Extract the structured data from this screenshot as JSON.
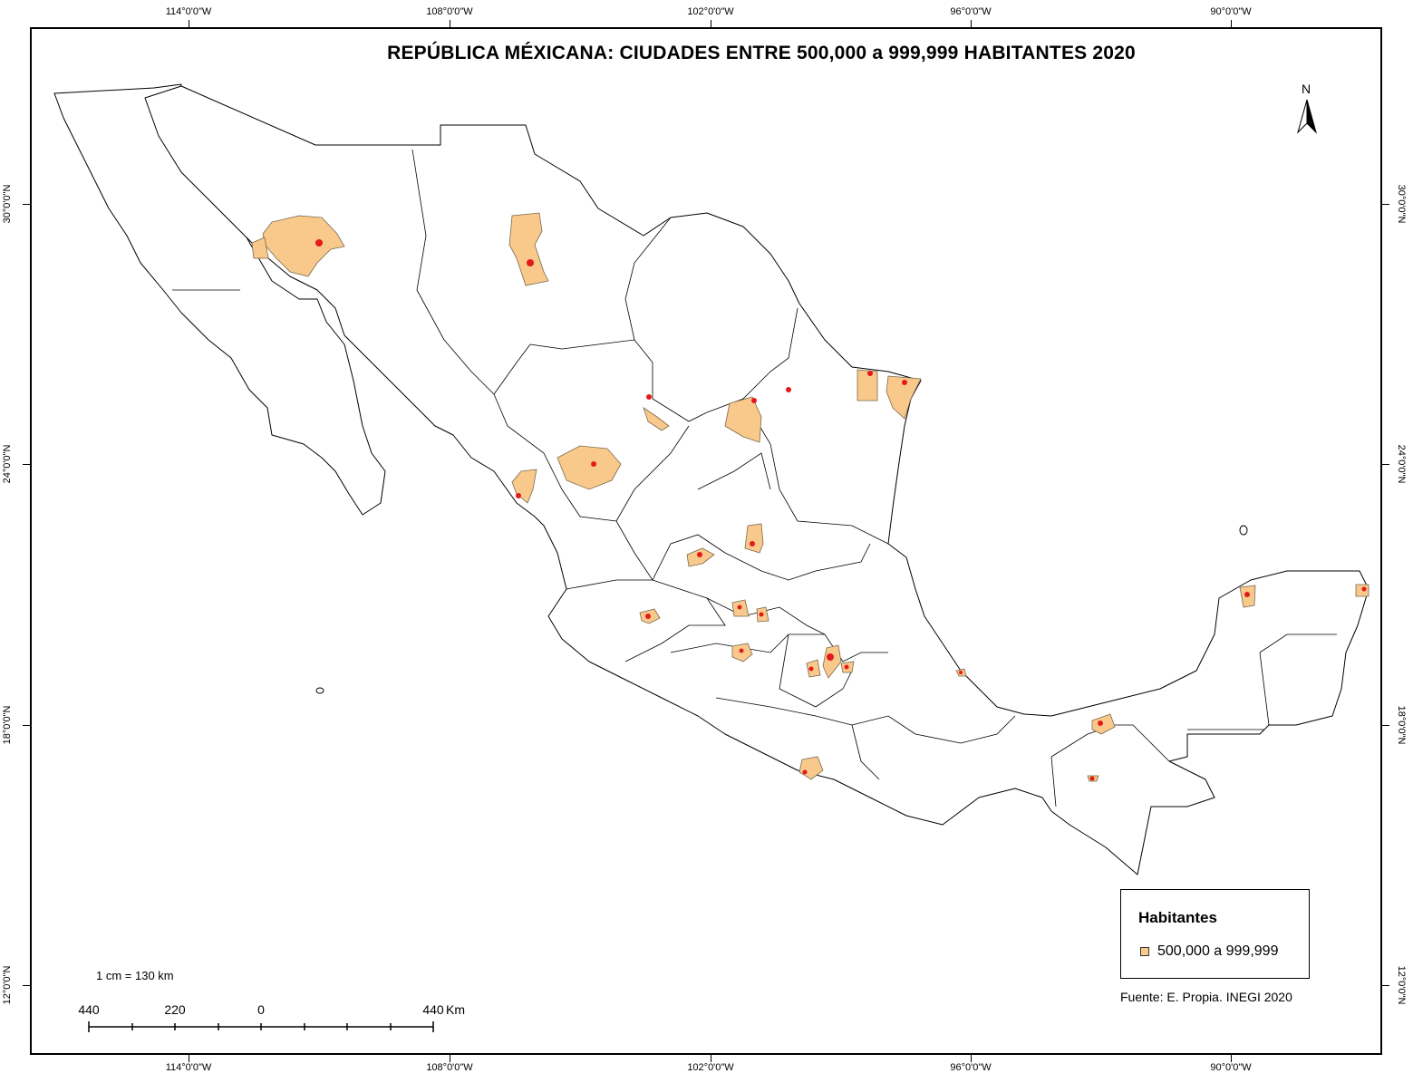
{
  "title": "REPÚBLICA MÉXICANA: CIUDADES ENTRE 500,000 a 999,999 HABITANTES 2020",
  "north_arrow": {
    "label": "N",
    "icon": "north-arrow-icon"
  },
  "longitude_labels": [
    "114°0'0\"W",
    "108°0'0\"W",
    "102°0'0\"W",
    "96°0'0\"W",
    "90°0'0\"W"
  ],
  "latitude_labels": [
    "30°0'0\"N",
    "24°0'0\"N",
    "18°0'0\"N",
    "12°0'0\"N"
  ],
  "legend": {
    "title": "Habitantes",
    "items": [
      {
        "label": "500,000 a 999,999",
        "color": "#f8c98a"
      }
    ]
  },
  "source": "Fuente: E. Propia. INEGI 2020",
  "scale": {
    "ratio_text": "1 cm = 130 km",
    "labels": [
      "440",
      "220",
      "0",
      "440"
    ],
    "unit": "Km"
  },
  "colors": {
    "city_fill": "#f8c98a",
    "urban_core": "#e31a1c",
    "state_border": "#000000",
    "land": "#ffffff"
  }
}
